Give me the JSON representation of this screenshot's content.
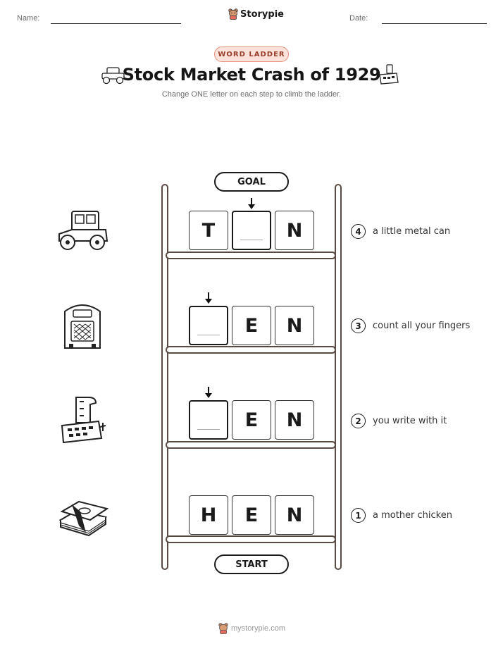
{
  "header": {
    "name_label": "Name:",
    "date_label": "Date:",
    "brand": "Storypie"
  },
  "badge": "WORD LADDER",
  "title": "Stock Market Crash of 1929",
  "subtitle": "Change ONE letter on each step to climb the ladder.",
  "goal_label": "GOAL",
  "start_label": "START",
  "rows": [
    {
      "step": "4",
      "letters": [
        "T",
        "",
        "N"
      ],
      "clue": "a little metal can",
      "picture": "car-icon"
    },
    {
      "step": "3",
      "letters": [
        "",
        "E",
        "N"
      ],
      "clue": "count all your fingers",
      "picture": "radio-icon"
    },
    {
      "step": "2",
      "letters": [
        "",
        "E",
        "N"
      ],
      "clue": "you write with it",
      "picture": "adding-machine-icon"
    },
    {
      "step": "1",
      "letters": [
        "H",
        "E",
        "N"
      ],
      "clue": "a mother chicken",
      "picture": "money-stack-icon"
    }
  ],
  "footer": "mystorypie.com"
}
